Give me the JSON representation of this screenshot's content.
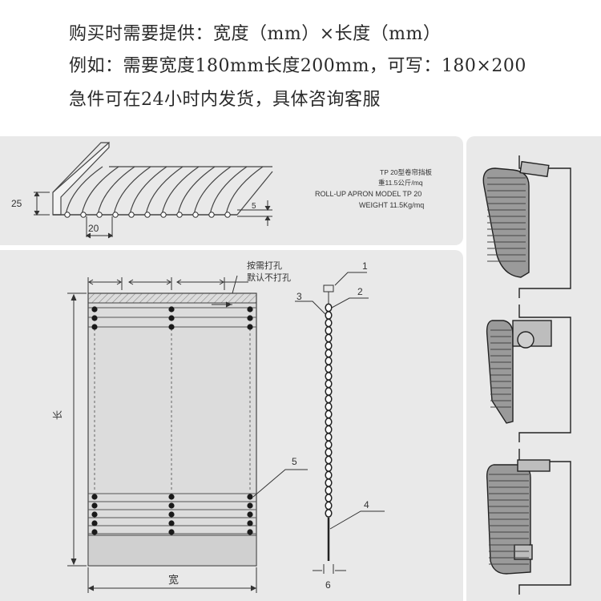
{
  "header": {
    "line1": "购买时需要提供：宽度（mm）×长度（mm）",
    "line2": "例如：需要宽度180mm长度200mm，可写：180×200",
    "line3": "急件可在24小时内发货，具体咨询客服"
  },
  "profile": {
    "dim_height": "25",
    "dim_pitch": "20",
    "dim_thickness": "5",
    "spec_model_cn": "TP 20型卷帘挡板",
    "spec_weight_cn": "重11.5公斤/mq",
    "spec_model_en": "ROLL-UP APRON MODEL TP 20",
    "spec_weight_en": "WEIGHT 11.5Kg/mq"
  },
  "drawing": {
    "note_line1": "按需打孔",
    "note_line2": "默认不打孔",
    "label_length": "长",
    "label_width": "宽",
    "callout_1": "1",
    "callout_2": "2",
    "callout_3": "3",
    "callout_4": "4",
    "callout_5": "5",
    "dim_6": "6"
  },
  "colors": {
    "panel_bg": "#e9e9e9",
    "line": "#333333",
    "slat_fill": "#d9d9d9",
    "hatch": "#888888"
  }
}
